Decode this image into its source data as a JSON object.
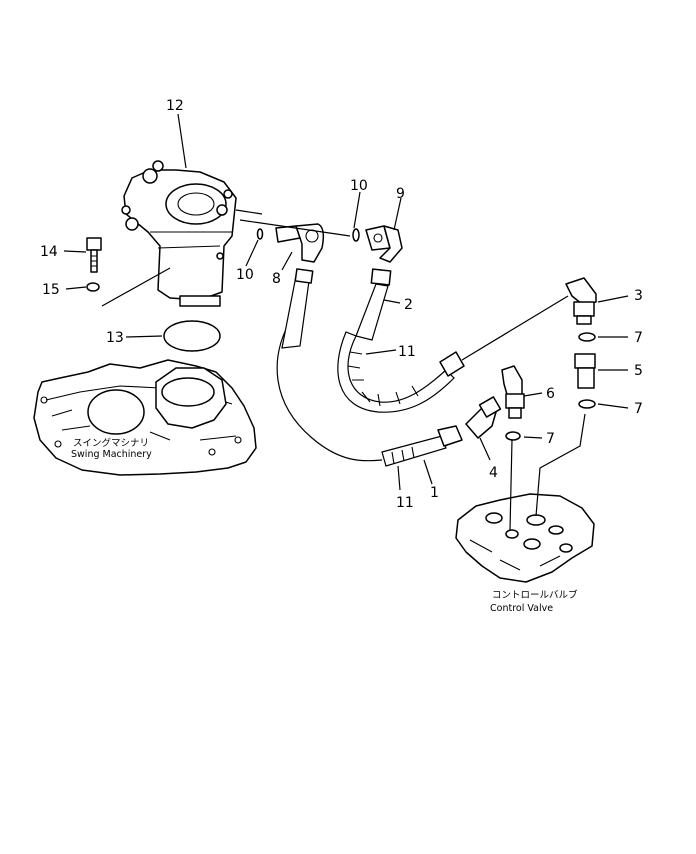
{
  "callouts": {
    "c1": "1",
    "c2": "2",
    "c3": "3",
    "c4": "4",
    "c5": "5",
    "c6": "6",
    "c7a": "7",
    "c7b": "7",
    "c7c": "7",
    "c8": "8",
    "c9": "9",
    "c10a": "10",
    "c10b": "10",
    "c11a": "11",
    "c11b": "11",
    "c12": "12",
    "c13": "13",
    "c14": "14",
    "c15": "15"
  },
  "labels": {
    "swing_jp": "スイングマシナリ",
    "swing_en": "Swing Machinery",
    "control_jp": "コントロールバルブ",
    "control_en": "Control Valve"
  }
}
